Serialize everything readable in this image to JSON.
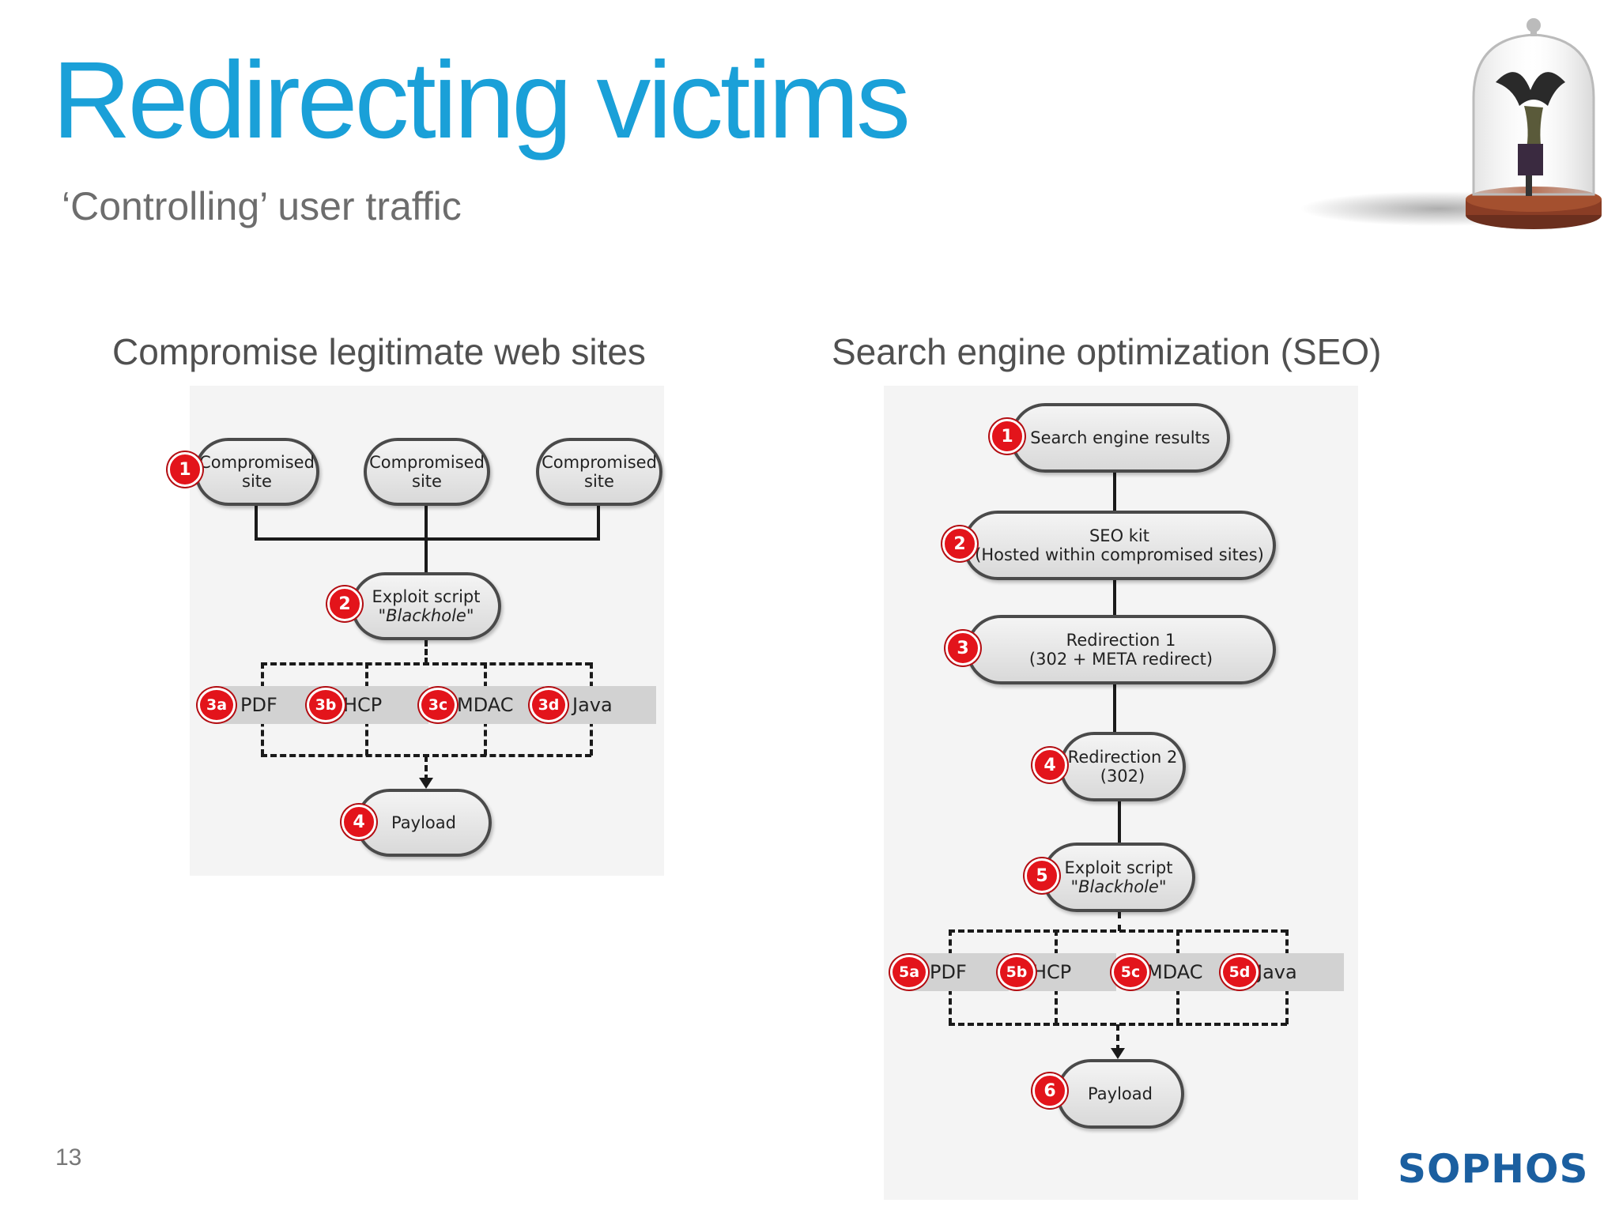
{
  "slide": {
    "title": "Redirecting victims",
    "subtitle": "‘Controlling’ user traffic",
    "page_number": "13",
    "logo_text": "SOPHOS"
  },
  "left": {
    "heading": "Compromise legitimate web sites",
    "sites": [
      {
        "line1": "Compromised",
        "line2": "site"
      },
      {
        "line1": "Compromised",
        "line2": "site"
      },
      {
        "line1": "Compromised",
        "line2": "site"
      }
    ],
    "site_badge": "1",
    "exploit": {
      "badge": "2",
      "line1": "Exploit script",
      "line2": "\"Blackhole\""
    },
    "exploits": [
      {
        "badge": "3a",
        "label": "PDF"
      },
      {
        "badge": "3b",
        "label": "HCP"
      },
      {
        "badge": "3c",
        "label": "MDAC"
      },
      {
        "badge": "3d",
        "label": "Java"
      }
    ],
    "payload": {
      "badge": "4",
      "label": "Payload"
    }
  },
  "right": {
    "heading": "Search engine optimization (SEO)",
    "steps": [
      {
        "badge": "1",
        "line1": "Search engine results",
        "line2": ""
      },
      {
        "badge": "2",
        "line1": "SEO kit",
        "line2": "(Hosted within compromised sites)"
      },
      {
        "badge": "3",
        "line1": "Redirection 1",
        "line2": "(302 + META redirect)"
      },
      {
        "badge": "4",
        "line1": "Redirection 2",
        "line2": "(302)"
      },
      {
        "badge": "5",
        "line1": "Exploit script",
        "line2": "\"Blackhole\""
      }
    ],
    "exploits": [
      {
        "badge": "5a",
        "label": "PDF"
      },
      {
        "badge": "5b",
        "label": "HCP"
      },
      {
        "badge": "5c",
        "label": "MDAC"
      },
      {
        "badge": "5d",
        "label": "Java"
      }
    ],
    "payload": {
      "badge": "6",
      "label": "Payload"
    }
  },
  "colors": {
    "title": "#1aa0d8",
    "badge": "#e3141b",
    "logo": "#1b5fa0"
  },
  "icons": [
    "bell-jar-illustration"
  ]
}
